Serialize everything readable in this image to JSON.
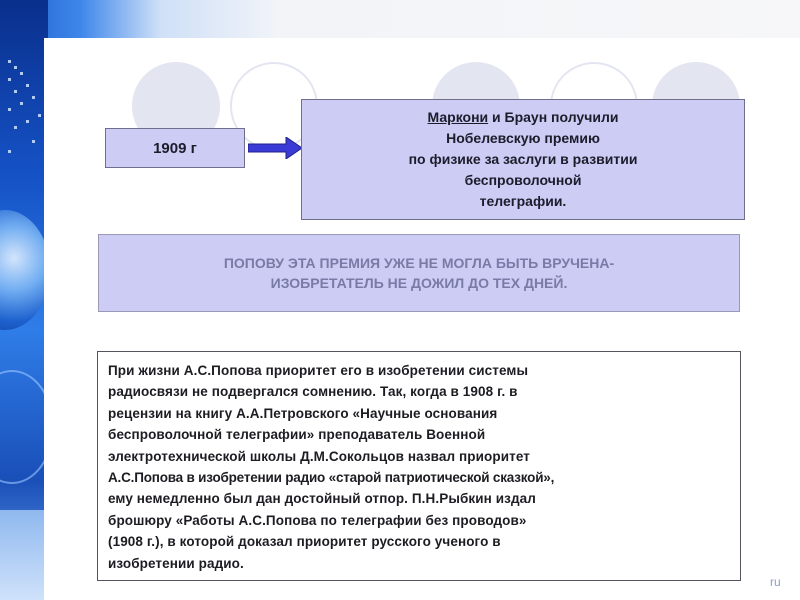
{
  "year_box": {
    "text": "1909 г"
  },
  "nobel_box": {
    "marconi": "Маркони",
    "line1_rest": " и Браун получили",
    "line2": "Нобелевскую премию",
    "line3": "по физике за заслуги в развитии",
    "line4": "беспроволочной",
    "line5": "телеграфии."
  },
  "popov_box": {
    "line1": "ПОПОВУ ЭТА ПРЕМИЯ УЖЕ НЕ МОГЛА БЫТЬ ВРУЧЕНА-",
    "line2": "ИЗОБРЕТАТЕЛЬ НЕ ДОЖИЛ ДО ТЕХ ДНЕЙ."
  },
  "text_box": {
    "lines": [
      "При жизни А.С.Попова приоритет его в изобретении системы",
      "радиосвязи не подвергался сомнению. Так, когда в 1908 г. в",
      "рецензии на книгу А.А.Петровского «Научные основания",
      "беспроволочной телеграфии» преподаватель Военной",
      "электротехнической школы Д.М.Сокольцов назвал приоритет",
      "А.С.Попова в изобретении радио «старой патриотической сказкой»,",
      "ему немедленно был дан достойный отпор. П.Н.Рыбкин издал",
      "брошюру «Работы А.С.Попова по телеграфии без проводов»",
      "(1908 г.), в которой доказал приоритет русского ученого в",
      "изобретении радио."
    ]
  },
  "footer": {
    "mark": "ru"
  },
  "colors": {
    "box_fill": "#ccccf5",
    "popov_text": "#7a7aa6",
    "arrow": "#3a3ad6"
  },
  "icons": {
    "arrow": "right-arrow-icon"
  }
}
